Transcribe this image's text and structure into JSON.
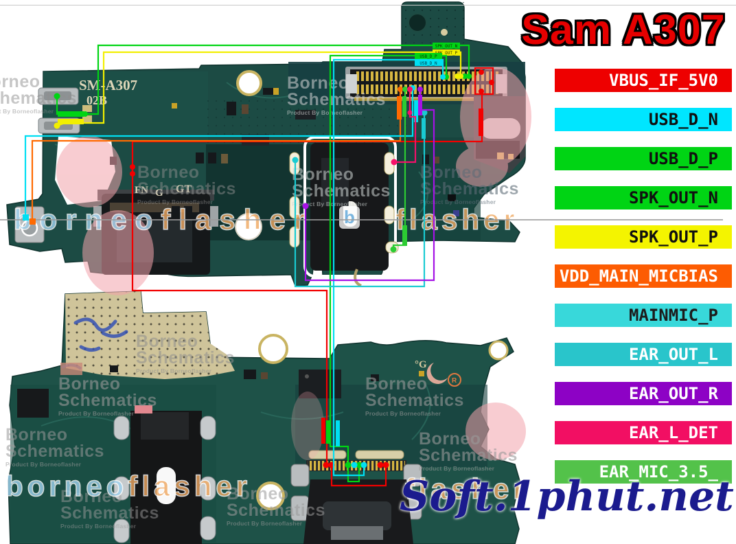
{
  "header": {
    "title": "Sam A307",
    "title_color": "#e60000"
  },
  "site_watermark": "Soft.1phut.net",
  "signals": [
    {
      "label": "VBUS_IF_5V0",
      "bg": "#ee0000",
      "fg": "#ffffff"
    },
    {
      "label": "USB_D_N",
      "bg": "#00e6ff",
      "fg": "#101010"
    },
    {
      "label": "USB_D_P",
      "bg": "#00d414",
      "fg": "#101010"
    },
    {
      "label": "SPK_OUT_N",
      "bg": "#00d414",
      "fg": "#101010"
    },
    {
      "label": "SPK_OUT_P",
      "bg": "#f4f400",
      "fg": "#101010"
    },
    {
      "label": "VDD_MAIN_MICBIAS",
      "bg": "#fd5c02",
      "fg": "#ffffff"
    },
    {
      "label": "MAINMIC_P",
      "bg": "#38d8da",
      "fg": "#1c1c1c"
    },
    {
      "label": "EAR_OUT_L",
      "bg": "#29c5cb",
      "fg": "#ffffff"
    },
    {
      "label": "EAR_OUT_R",
      "bg": "#8d02c5",
      "fg": "#ffffff"
    },
    {
      "label": "EAR_L_DET",
      "bg": "#f20f63",
      "fg": "#ffffff"
    },
    {
      "label": "EAR_MIC_3.5_",
      "bg": "#53c24a",
      "fg": "#ffffff"
    }
  ],
  "board_silkscreen": {
    "model": "SM-A307",
    "rev": "02B",
    "mark_fn": "FN",
    "mark_g": "G",
    "mark_gt": "GT",
    "bottom_mark": "°G"
  },
  "trace_tags": {
    "spk_out_n": "SPK_OUT_N",
    "spk_out_p": "SPK_OUT_P",
    "usb_d_p": "USB_D_P",
    "usb_d_n": "USB_D_N"
  },
  "brand": {
    "line1": "Borneo",
    "line2": "Schematics",
    "byline": "Product By Borneoflasher",
    "flasher_blue": "borneo",
    "flasher_orange": "flasher",
    "logo_letter": "b",
    "registered": "R"
  },
  "trace_colors": {
    "vbus": "#f20000",
    "usb_d_n": "#00dff2",
    "usb_d_p": "#00d414",
    "spk_out_n": "#00d414",
    "spk_out_p": "#f2ef00",
    "vdd_main_micbias": "#ff6a00",
    "mainmic_p": "#00dff2",
    "ear_out_l": "#19cbd2",
    "ear_out_r": "#a512e6",
    "ear_l_det": "#f5106a",
    "ear_mic": "#2ccc33"
  }
}
